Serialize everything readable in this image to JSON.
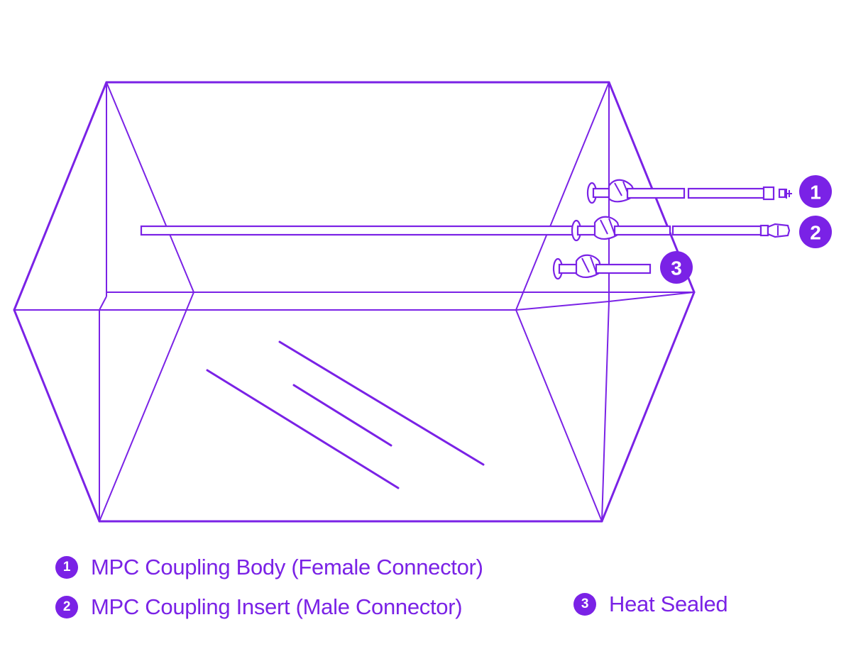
{
  "callouts": [
    {
      "id": "1",
      "label": "MPC Coupling Body (Female Connector)"
    },
    {
      "id": "2",
      "label": "MPC Coupling Insert (Male Connector)"
    },
    {
      "id": "3",
      "label": "Heat Sealed"
    }
  ],
  "colors": {
    "accent": "#7a22e6",
    "background": "#ffffff"
  }
}
